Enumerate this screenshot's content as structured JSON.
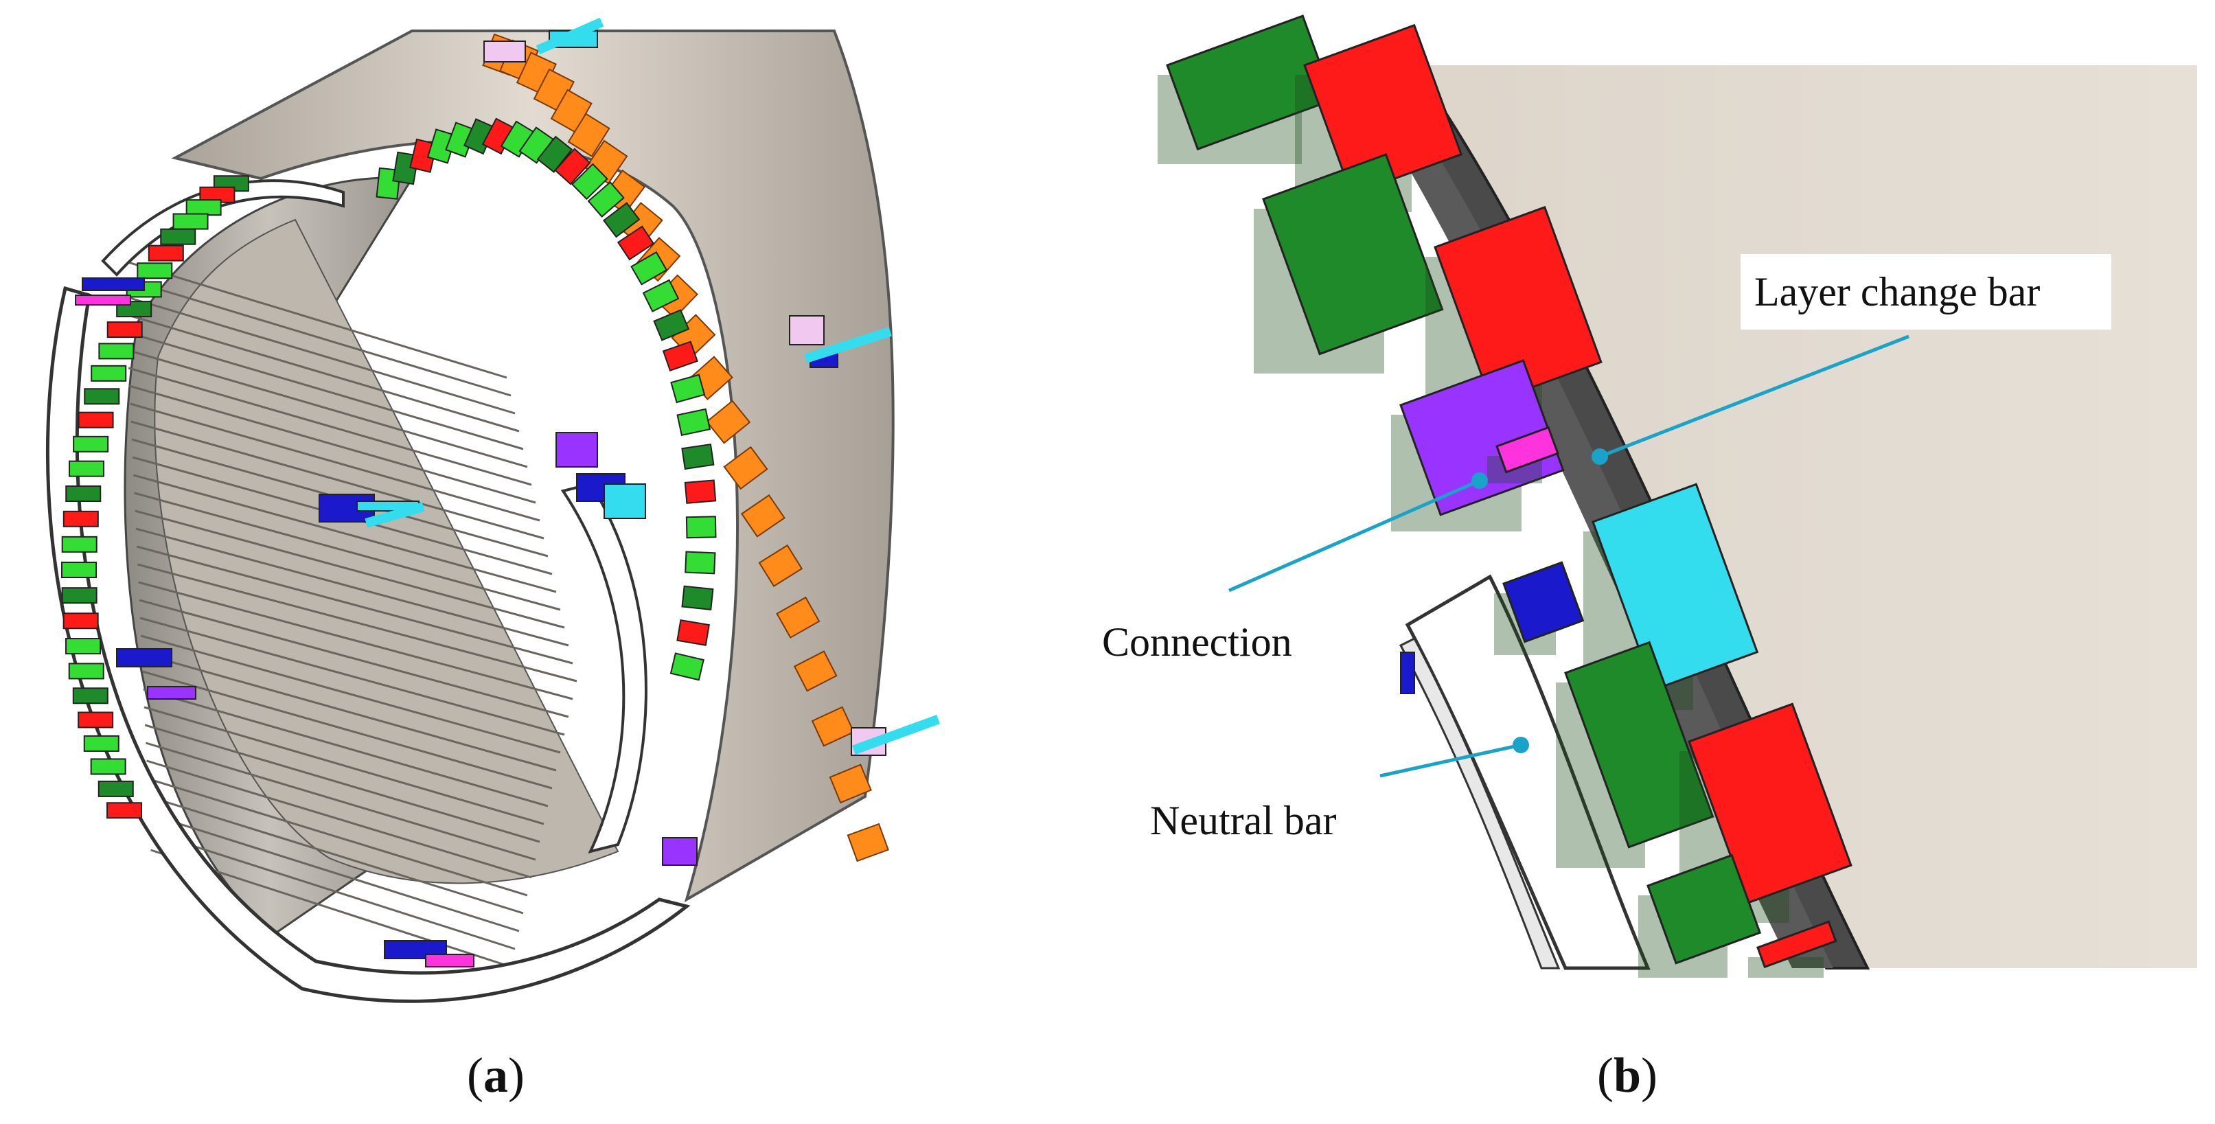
{
  "panels": [
    {
      "caption_open": "(",
      "caption_letter": "a",
      "caption_close": ")"
    },
    {
      "caption_open": "(",
      "caption_letter": "b",
      "caption_close": ")"
    }
  ],
  "callouts": {
    "layer_change_bar": "Layer change bar",
    "connection": "Connection",
    "neutral_bar": "Neutral bar"
  },
  "colors": {
    "housing": "#cdc6bd",
    "housing_light": "#ddd6cc",
    "coil_red": "#ff1a1a",
    "coil_green": "#1e8a2a",
    "coil_light_green": "#33dd33",
    "coil_orange": "#ff8c1a",
    "coil_blue": "#1a1acc",
    "coil_cyan": "#33ddee",
    "coil_purple": "#9933ff",
    "coil_magenta": "#ff33dd",
    "coil_pink": "#f0c8f0",
    "neutral_bar": "#ffffff",
    "leader_line": "#1aa3c8"
  }
}
